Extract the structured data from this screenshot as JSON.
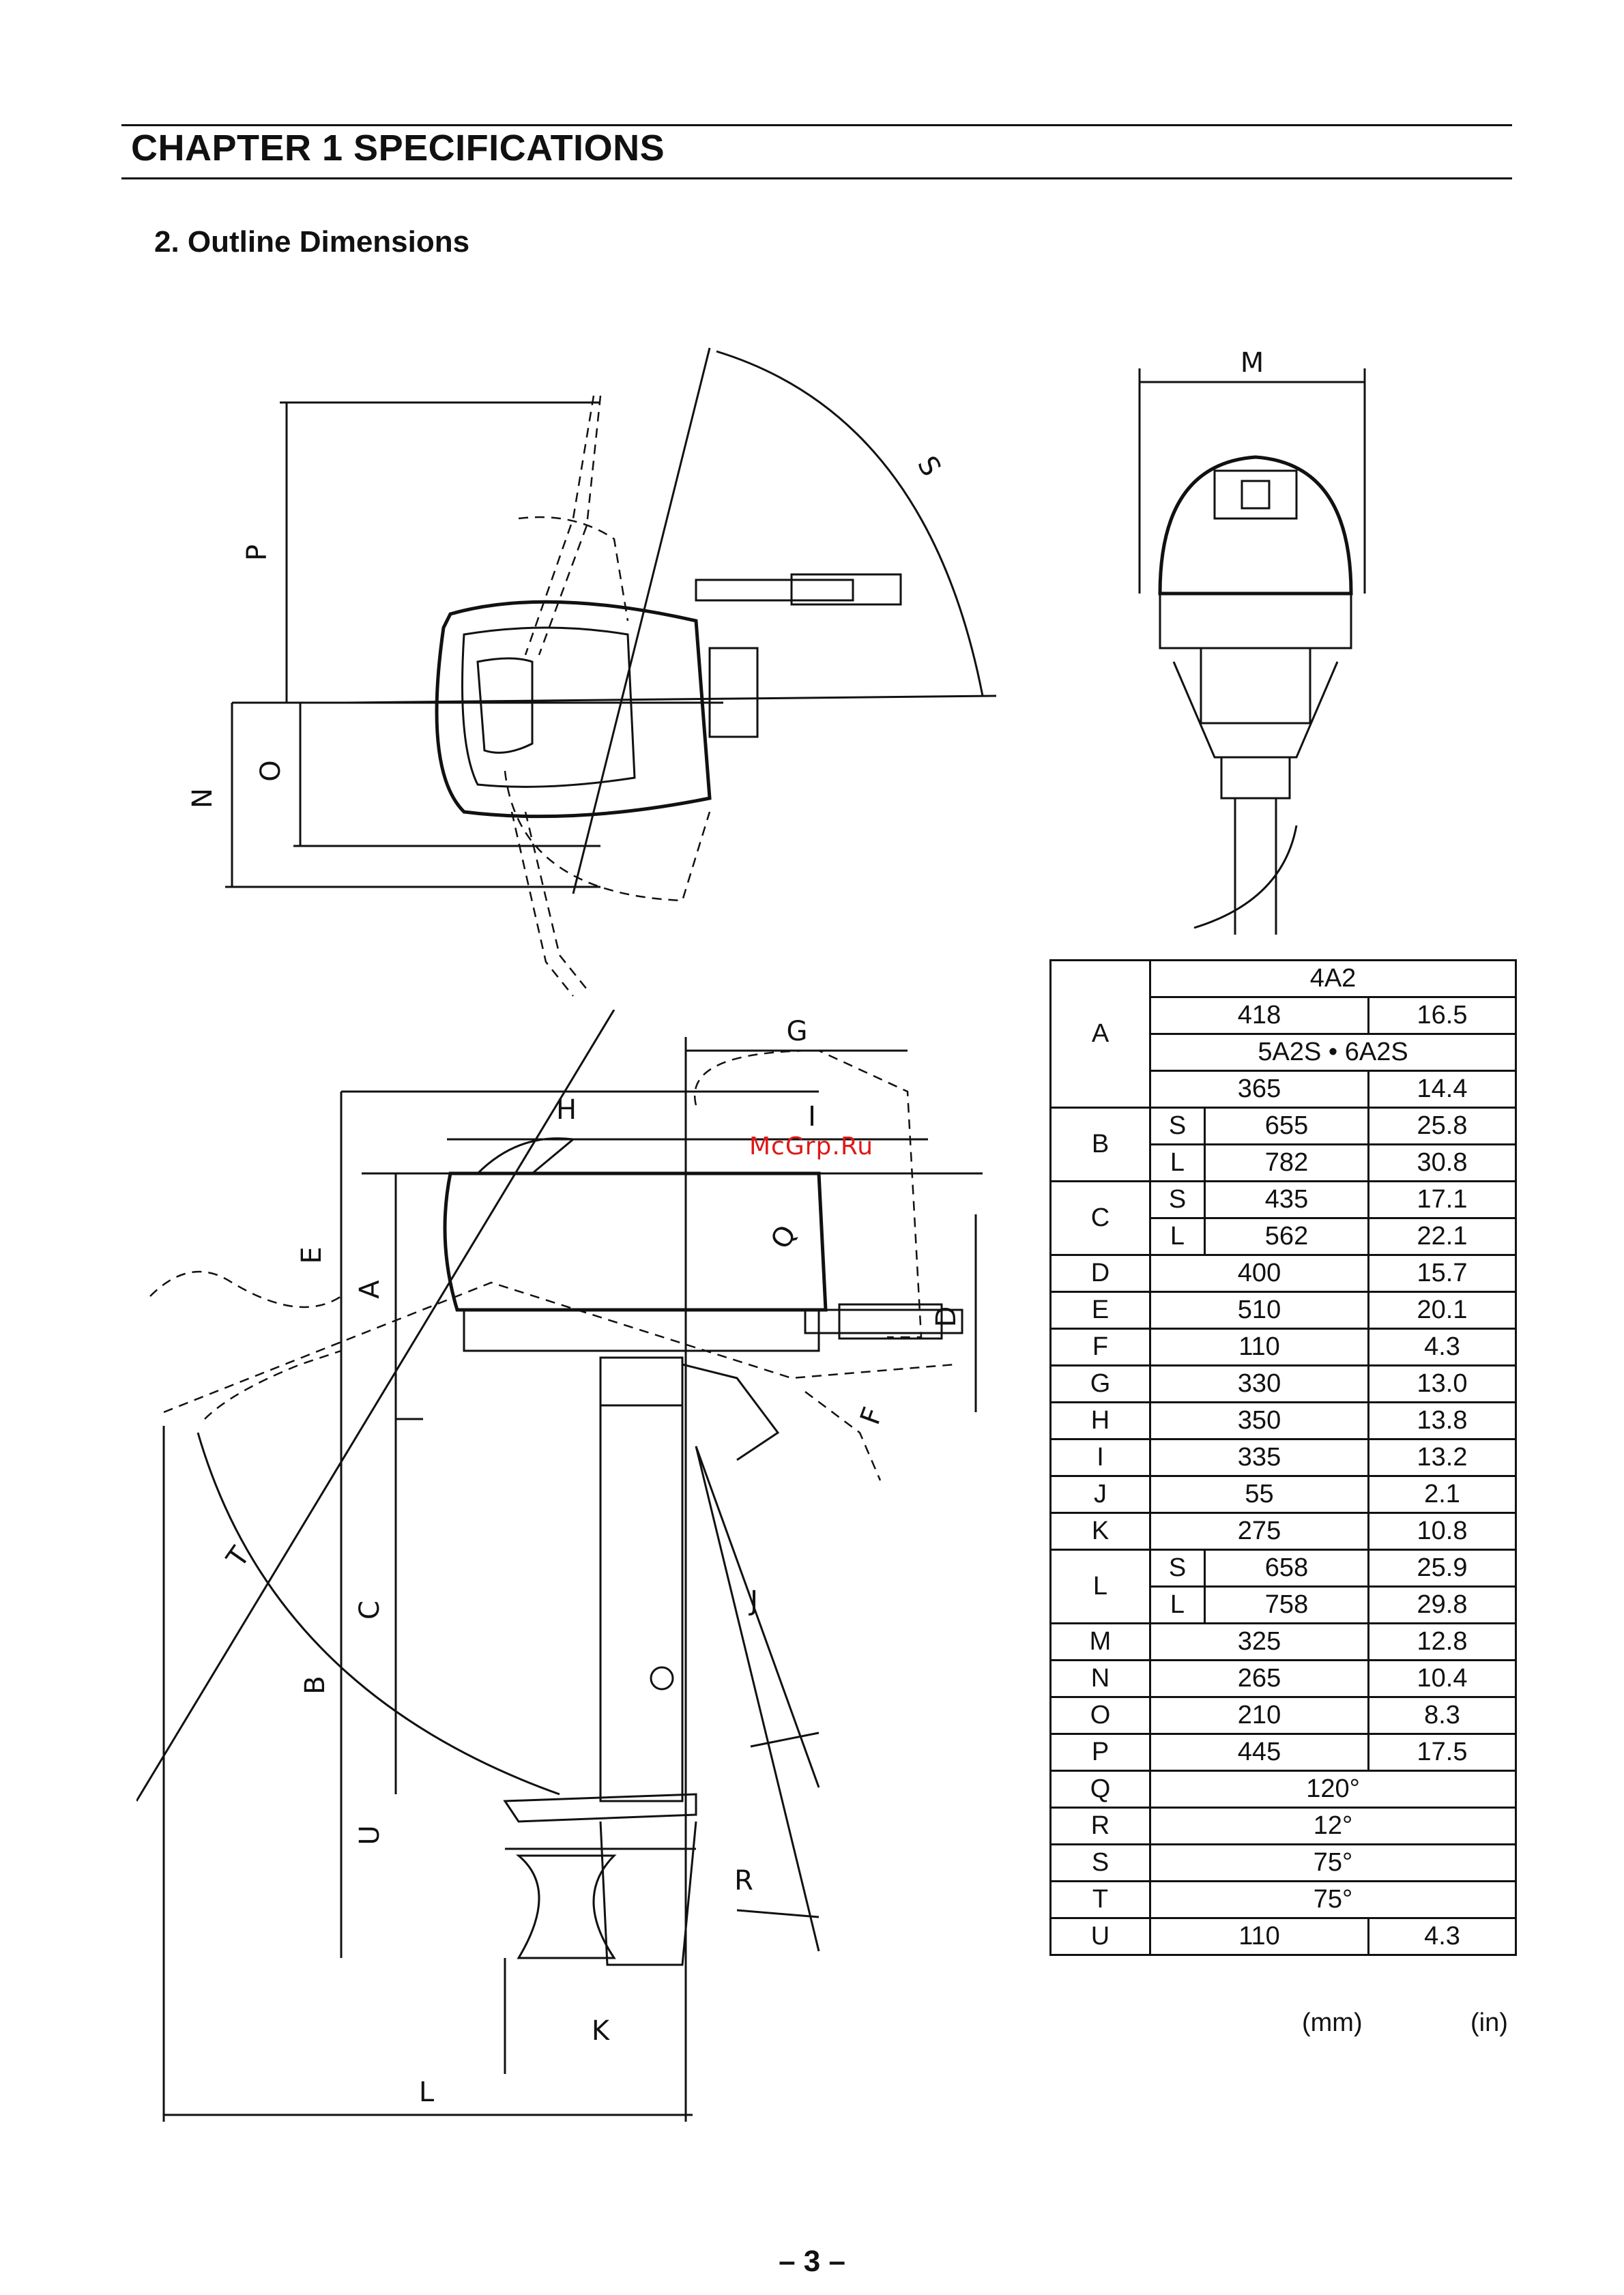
{
  "header": {
    "chapter_title": "CHAPTER 1 SPECIFICATIONS"
  },
  "section": {
    "title": "2. Outline Dimensions"
  },
  "watermark": "McGrp.Ru",
  "drawing_labels": {
    "top_view": [
      "P",
      "O",
      "N",
      "S"
    ],
    "rear_view": [
      "M"
    ],
    "side_view": [
      "G",
      "H",
      "I",
      "E",
      "A",
      "D",
      "Q",
      "F",
      "T",
      "C",
      "B",
      "J",
      "U",
      "R",
      "K",
      "L"
    ]
  },
  "spec_table": {
    "model_header": "4A2",
    "model_header_2": "5A2S • 6A2S",
    "rows": [
      {
        "label": "A",
        "sub": "",
        "mm": "418",
        "in": "16.5"
      },
      {
        "label": "",
        "sub": "",
        "mm": "365",
        "in": "14.4"
      },
      {
        "label": "B",
        "sub": "S",
        "mm": "655",
        "in": "25.8"
      },
      {
        "label": "",
        "sub": "L",
        "mm": "782",
        "in": "30.8"
      },
      {
        "label": "C",
        "sub": "S",
        "mm": "435",
        "in": "17.1"
      },
      {
        "label": "",
        "sub": "L",
        "mm": "562",
        "in": "22.1"
      },
      {
        "label": "D",
        "sub": "",
        "mm": "400",
        "in": "15.7"
      },
      {
        "label": "E",
        "sub": "",
        "mm": "510",
        "in": "20.1"
      },
      {
        "label": "F",
        "sub": "",
        "mm": "110",
        "in": "4.3"
      },
      {
        "label": "G",
        "sub": "",
        "mm": "330",
        "in": "13.0"
      },
      {
        "label": "H",
        "sub": "",
        "mm": "350",
        "in": "13.8"
      },
      {
        "label": "I",
        "sub": "",
        "mm": "335",
        "in": "13.2"
      },
      {
        "label": "J",
        "sub": "",
        "mm": "55",
        "in": "2.1"
      },
      {
        "label": "K",
        "sub": "",
        "mm": "275",
        "in": "10.8"
      },
      {
        "label": "L",
        "sub": "S",
        "mm": "658",
        "in": "25.9"
      },
      {
        "label": "",
        "sub": "L",
        "mm": "758",
        "in": "29.8"
      },
      {
        "label": "M",
        "sub": "",
        "mm": "325",
        "in": "12.8"
      },
      {
        "label": "N",
        "sub": "",
        "mm": "265",
        "in": "10.4"
      },
      {
        "label": "O",
        "sub": "",
        "mm": "210",
        "in": "8.3"
      },
      {
        "label": "P",
        "sub": "",
        "mm": "445",
        "in": "17.5"
      },
      {
        "label": "Q",
        "sub": "",
        "value": "120°"
      },
      {
        "label": "R",
        "sub": "",
        "value": "12°"
      },
      {
        "label": "S",
        "sub": "",
        "value": "75°"
      },
      {
        "label": "T",
        "sub": "",
        "value": "75°"
      },
      {
        "label": "U",
        "sub": "",
        "mm": "110",
        "in": "4.3"
      }
    ],
    "unit_mm": "(mm)",
    "unit_in": "(in)"
  },
  "footer": {
    "page_number": "– 3 –"
  }
}
